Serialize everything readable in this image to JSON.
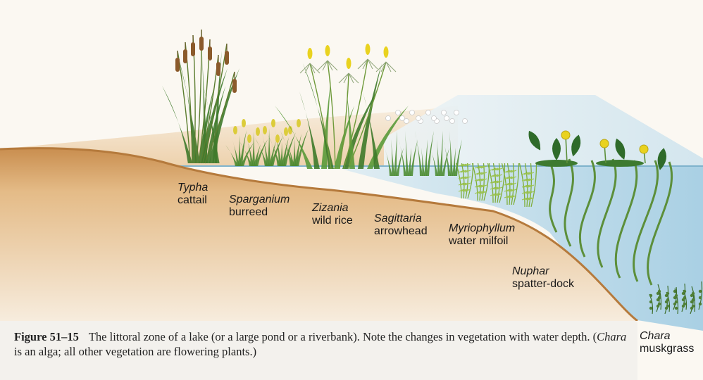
{
  "plants": [
    {
      "latin": "Typha",
      "common": "cattail"
    },
    {
      "latin": "Sparganium",
      "common": "burreed"
    },
    {
      "latin": "Zizania",
      "common": "wild rice"
    },
    {
      "latin": "Sagittaria",
      "common": "arrowhead"
    },
    {
      "latin": "Myriophyllum",
      "common": "water milfoil"
    },
    {
      "latin": "Nuphar",
      "common": "spatter-dock"
    },
    {
      "latin": "Chara",
      "common": "muskgrass"
    }
  ],
  "caption": {
    "figure": "Figure 51–15",
    "part1": "The littoral zone of a lake (or a large pond or a riverbank). Note the changes in vegetation with water depth. (",
    "italic": "Chara",
    "part2": " is an alga; all other vegetation are flowering plants.)"
  },
  "colors": {
    "soil_top": "#c98e4f",
    "soil_bottom": "#f3e2cb",
    "water": "#bcdcec",
    "plant_green": "#3f7a2c",
    "cattail_brown": "#8b5a2b",
    "flower_yellow": "#e9d21f"
  }
}
